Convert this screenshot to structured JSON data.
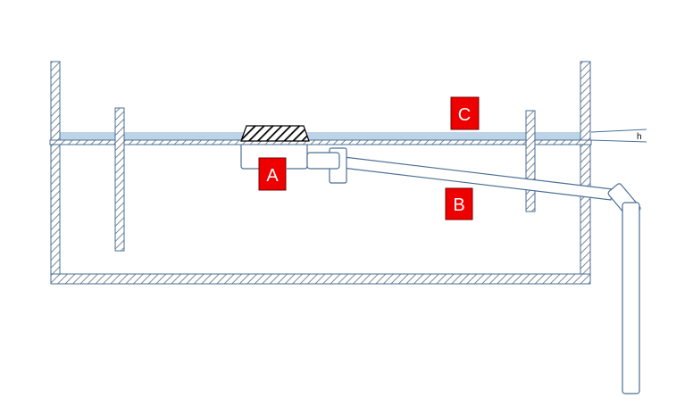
{
  "labels": {
    "a": "A",
    "b": "B",
    "c": "C",
    "h": "h"
  },
  "colors": {
    "outline": "#4a6f95",
    "water": "#bcd3e8",
    "label_box": "#ee0000",
    "label_text": "#ffffff"
  }
}
